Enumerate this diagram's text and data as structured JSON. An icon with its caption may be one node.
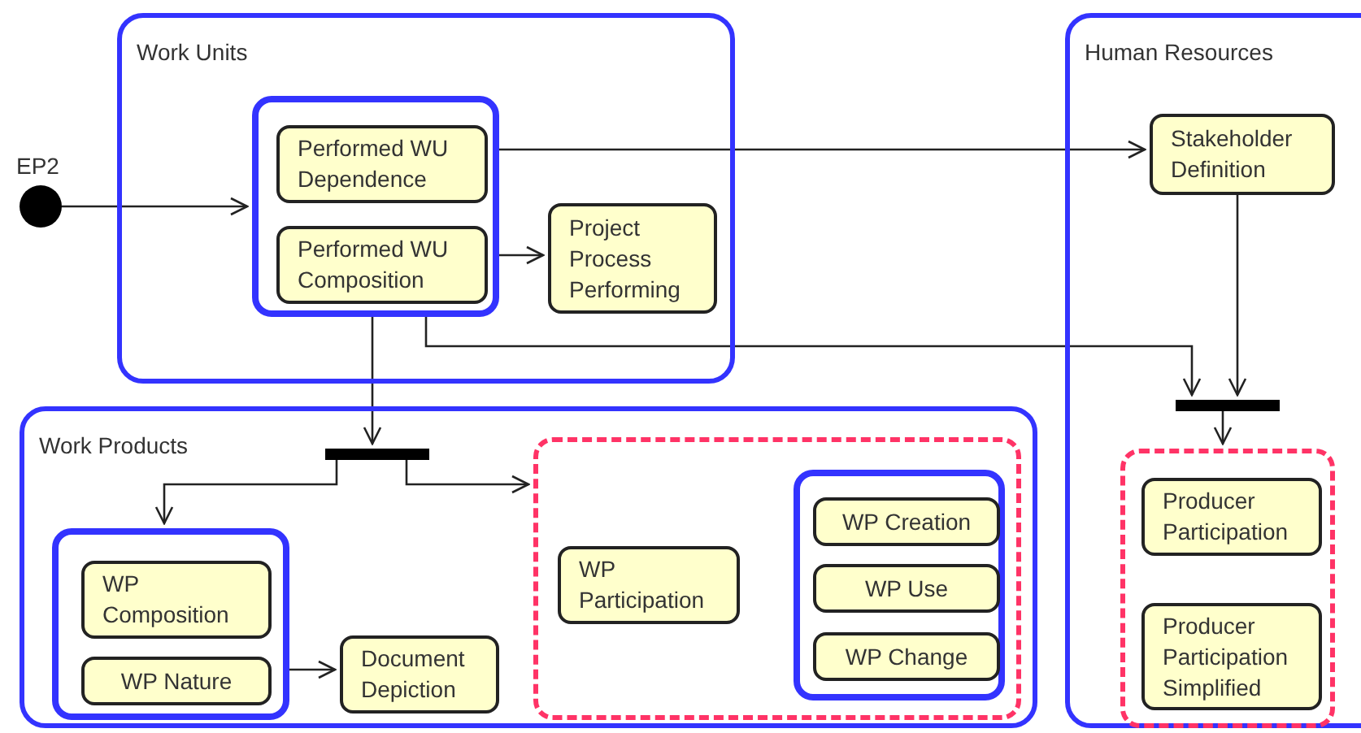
{
  "diagram": {
    "nodes": [
      {
        "text": [
          "Work Units"
        ]
      },
      {
        "text": [],
        "shape": "box",
        "in": 0
      },
      {
        "text": [
          "Performed WU Dependence"
        ],
        "in": 1
      },
      {
        "text": [
          "Performed WU Composition"
        ],
        "in": 1
      },
      {
        "text": [
          "Project Process Performing"
        ],
        "in": 0
      },
      {
        "text": [],
        "shape": "circle",
        "beside": [
          "EP2"
        ]
      },
      {
        "text": [
          "Human Resources"
        ]
      },
      {
        "text": [
          "Stakeholder Definition"
        ],
        "in": 6
      },
      {
        "text": [],
        "shape": "bar",
        "in": 6
      },
      {
        "text": [],
        "shape": "box",
        "in": 6
      },
      {
        "text": [
          "Producer Participation"
        ],
        "in": 9
      },
      {
        "text": [
          "Producer Participation Simplified"
        ],
        "in": 9
      },
      {
        "text": [
          "Work Products"
        ]
      },
      {
        "text": [],
        "shape": "bar",
        "in": 12
      },
      {
        "text": [],
        "shape": "box",
        "in": 12
      },
      {
        "text": [
          "WP Composition"
        ],
        "in": 14
      },
      {
        "text": [
          "WP Nature"
        ],
        "in": 14
      },
      {
        "text": [
          "Document Depiction"
        ],
        "in": 12
      },
      {
        "text": [],
        "shape": "box",
        "in": 12
      },
      {
        "text": [
          "WP Participation"
        ],
        "in": 18
      },
      {
        "text": [],
        "shape": "box",
        "in": 18
      },
      {
        "text": [
          "WP Creation"
        ],
        "in": 20
      },
      {
        "text": [
          "WP Use"
        ],
        "in": 20
      },
      {
        "text": [
          "WP Change"
        ],
        "in": 20
      }
    ],
    "edges": [
      {
        "from": 5,
        "to": 1,
        "arrow": "to"
      },
      {
        "from": 1,
        "to": 7,
        "arrow": "to"
      },
      {
        "from": 3,
        "to": 4,
        "arrow": "to"
      },
      {
        "from": 1,
        "to": 8,
        "arrow": "to"
      },
      {
        "from": 1,
        "to": 13,
        "arrow": "to"
      },
      {
        "from": 7,
        "to": 8,
        "arrow": "to"
      },
      {
        "from": 8,
        "to": 9,
        "arrow": "to"
      },
      {
        "from": 13,
        "to": 14,
        "arrow": "to"
      },
      {
        "from": 13,
        "to": 18,
        "arrow": "to"
      },
      {
        "from": 16,
        "to": 17,
        "arrow": "to"
      }
    ]
  }
}
